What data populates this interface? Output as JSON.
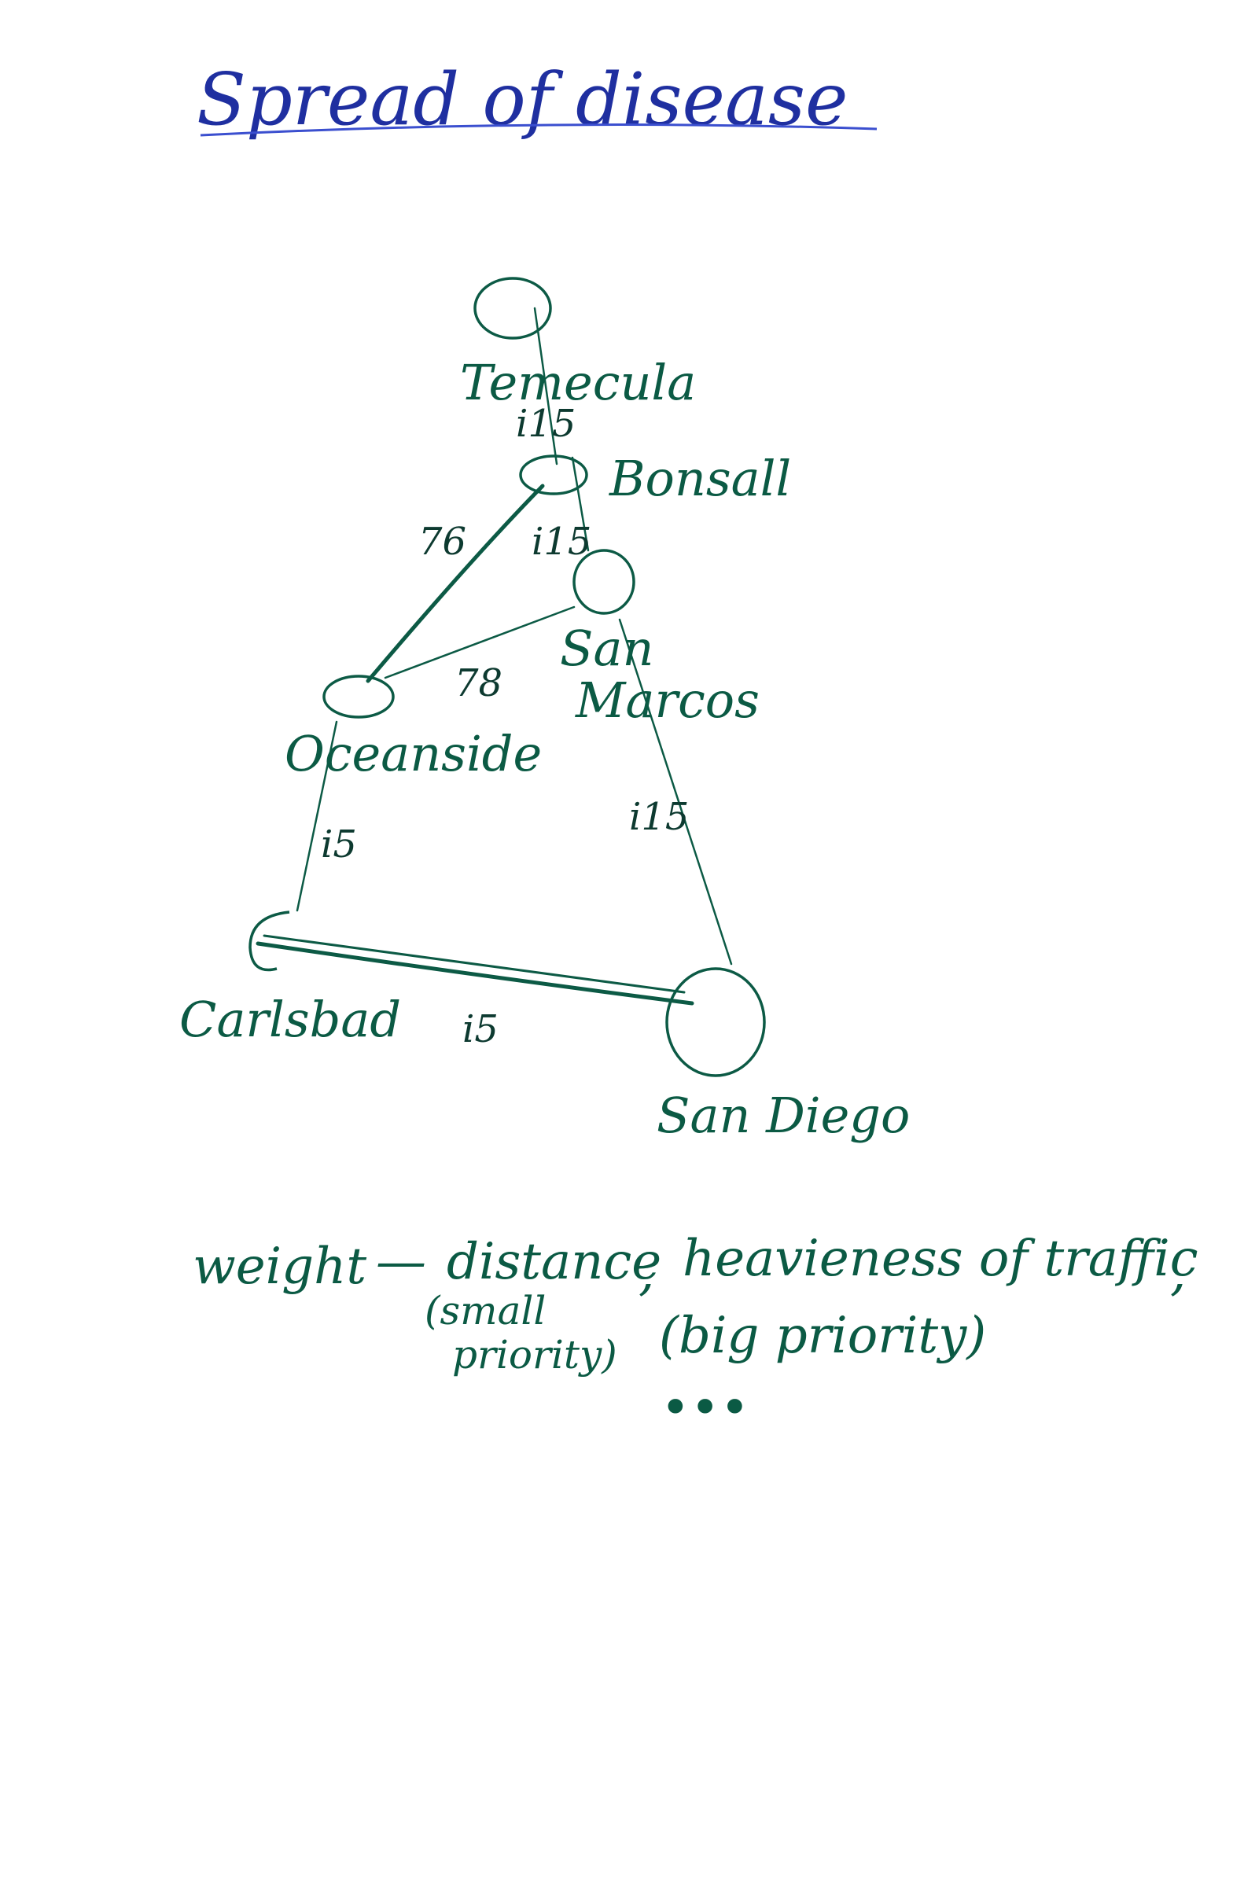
{
  "title": "Spread of disease",
  "graph": {
    "nodes": [
      {
        "id": "temecula",
        "label": "Temecula"
      },
      {
        "id": "bonsall",
        "label": "Bonsall"
      },
      {
        "id": "san_marcos",
        "label_line1": "San",
        "label_line2": "Marcos"
      },
      {
        "id": "oceanside",
        "label": "Oceanside"
      },
      {
        "id": "carlsbad",
        "label": "Carlsbad"
      },
      {
        "id": "san_diego",
        "label": "San Diego"
      }
    ],
    "edges": [
      {
        "from": "temecula",
        "to": "bonsall",
        "label": "i15"
      },
      {
        "from": "bonsall",
        "to": "oceanside",
        "label": "76"
      },
      {
        "from": "bonsall",
        "to": "san_marcos",
        "label": "i15"
      },
      {
        "from": "san_marcos",
        "to": "oceanside",
        "label": "78"
      },
      {
        "from": "oceanside",
        "to": "carlsbad",
        "label": "i5"
      },
      {
        "from": "san_marcos",
        "to": "san_diego",
        "label": "i15"
      },
      {
        "from": "carlsbad",
        "to": "san_diego",
        "label": "i5"
      }
    ]
  },
  "notes": {
    "weight_label": "weight",
    "dash": "—",
    "distance": "distance",
    "comma1": ",",
    "heaviness": "heavieness of traffic",
    "comma2": ",",
    "small_priority_line1": "(small",
    "small_priority_line2": "priority)",
    "big_priority": "(big priority)",
    "ellipsis": "•••"
  },
  "colors": {
    "title_ink": "#1f2fa0",
    "marker_ink": "#0b5a44"
  }
}
